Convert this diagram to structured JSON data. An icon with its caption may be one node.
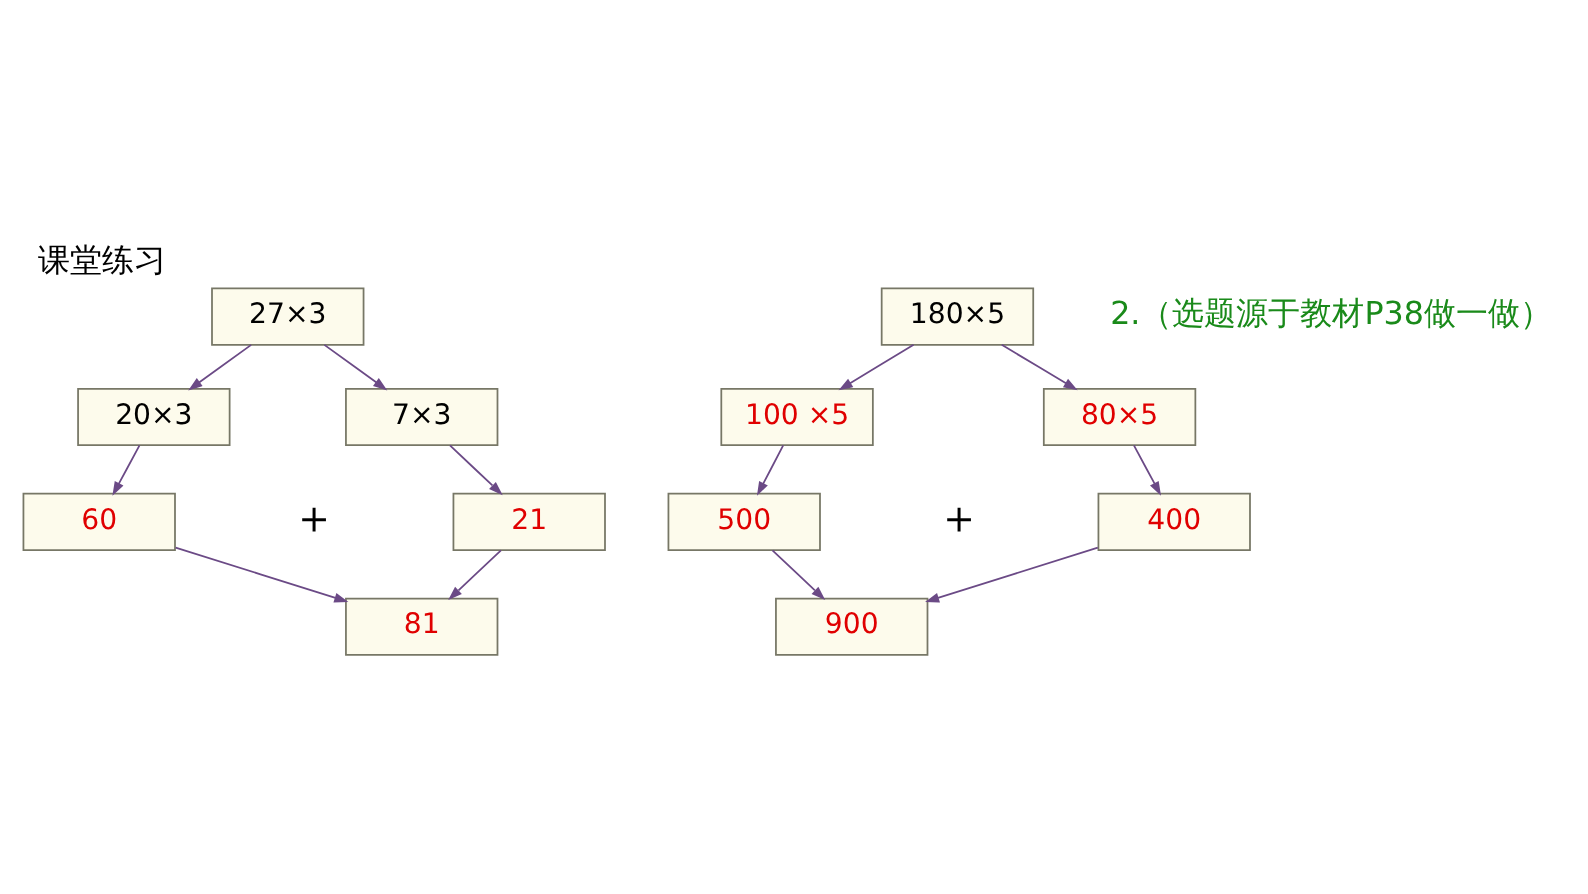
{
  "diagram": {
    "title": "课堂练习",
    "nodes": [
      {
        "text": [
          "27×3"
        ]
      },
      {
        "text": [
          "20×3"
        ]
      },
      {
        "text": [
          "7×3"
        ]
      },
      {
        "text": [
          "60"
        ]
      },
      {
        "text": [
          "21"
        ]
      },
      {
        "text": [
          "81"
        ]
      },
      {
        "text": [
          "180×5"
        ]
      },
      {
        "text": [
          "100 ×5"
        ]
      },
      {
        "text": [
          "80×5"
        ]
      },
      {
        "text": [
          "500"
        ]
      },
      {
        "text": [
          "400"
        ]
      },
      {
        "text": [
          "900"
        ]
      }
    ],
    "edges": [
      {
        "from": 0,
        "to": 1,
        "arrow": "to"
      },
      {
        "from": 0,
        "to": 2,
        "arrow": "to"
      },
      {
        "from": 1,
        "to": 3,
        "arrow": "to"
      },
      {
        "from": 2,
        "to": 4,
        "arrow": "to"
      },
      {
        "from": 3,
        "to": 5,
        "arrow": "to"
      },
      {
        "from": 4,
        "to": 5,
        "arrow": "to"
      },
      {
        "from": 6,
        "to": 7,
        "arrow": "to"
      },
      {
        "from": 6,
        "to": 8,
        "arrow": "to"
      },
      {
        "from": 7,
        "to": 9,
        "arrow": "to"
      },
      {
        "from": 8,
        "to": 10,
        "arrow": "to"
      },
      {
        "from": 9,
        "to": 11,
        "arrow": "to"
      },
      {
        "from": 10,
        "to": 11,
        "arrow": "to"
      }
    ],
    "labels": [
      "2.（选题源于教材P38做一做）",
      "＋",
      "＋"
    ]
  }
}
